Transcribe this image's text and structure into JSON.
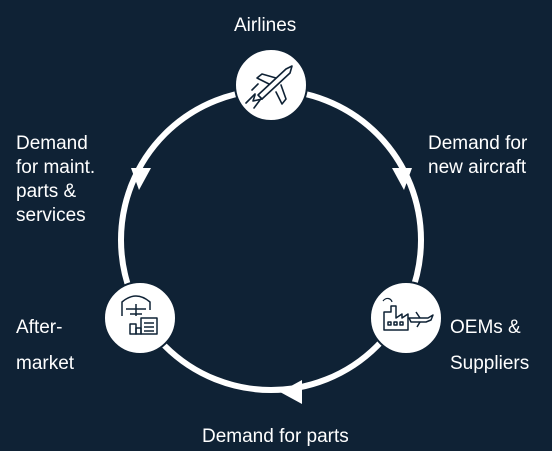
{
  "colors": {
    "background": "#0f2235",
    "cycle": "#ffffff",
    "node_fill": "#ffffff",
    "icon_stroke": "#0f2235"
  },
  "nodes": {
    "airlines": {
      "label": "Airlines",
      "icon": "airplane-icon"
    },
    "oems": {
      "line1": "OEMs &",
      "line2": "Suppliers",
      "icon": "factory-airplane-icon"
    },
    "aftermarket": {
      "line1": "After-",
      "line2": "market",
      "icon": "hangar-warehouse-icon"
    }
  },
  "flows": {
    "demand_new_aircraft": {
      "line1": "Demand for",
      "line2": "new aircraft"
    },
    "demand_parts": {
      "label": "Demand for parts"
    },
    "demand_maint": {
      "line1": "Demand",
      "line2": "for maint.",
      "line3": "parts &",
      "line4": "services"
    }
  }
}
